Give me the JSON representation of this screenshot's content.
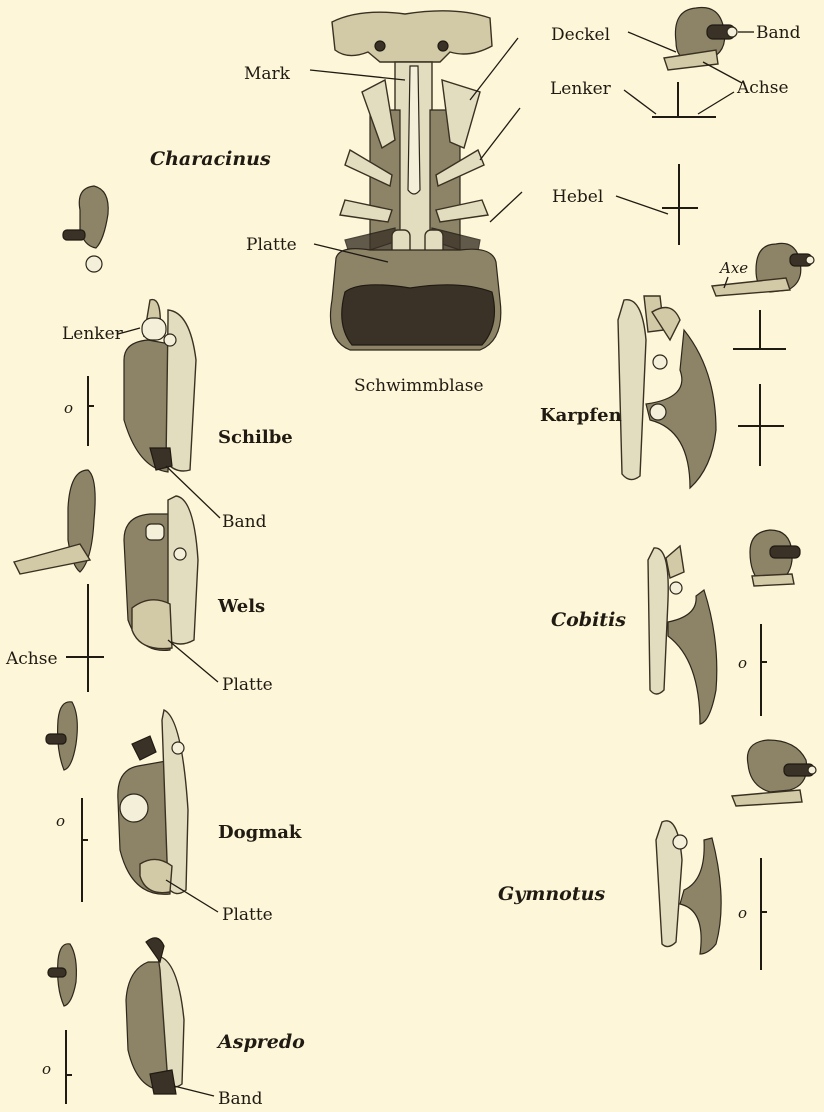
{
  "labels": {
    "mark": "Mark",
    "platte_top": "Platte",
    "schwimmblase": "Schwimmblase",
    "deckel": "Deckel",
    "band_top": "Band",
    "lenker_top": "Lenker",
    "achse_top": "Achse",
    "hebel": "Hebel",
    "axe": "Axe",
    "lenker_left": "Lenker",
    "band_schilbe": "Band",
    "achse_left": "Achse",
    "platte_wels": "Platte",
    "platte_dogmak": "Platte",
    "band_aspredo": "Band",
    "o_schilbe": "o",
    "o_dogmak": "o",
    "o_aspredo": "o",
    "o_cobitis": "o",
    "o_gymnotus": "o"
  },
  "species": {
    "characinus": "Characinus",
    "schilbe": "Schilbe",
    "wels": "Wels",
    "dogmak": "Dogmak",
    "aspredo": "Aspredo",
    "karpfen": "Karpfen",
    "cobitis": "Cobitis",
    "gymnotus": "Gymnotus"
  }
}
